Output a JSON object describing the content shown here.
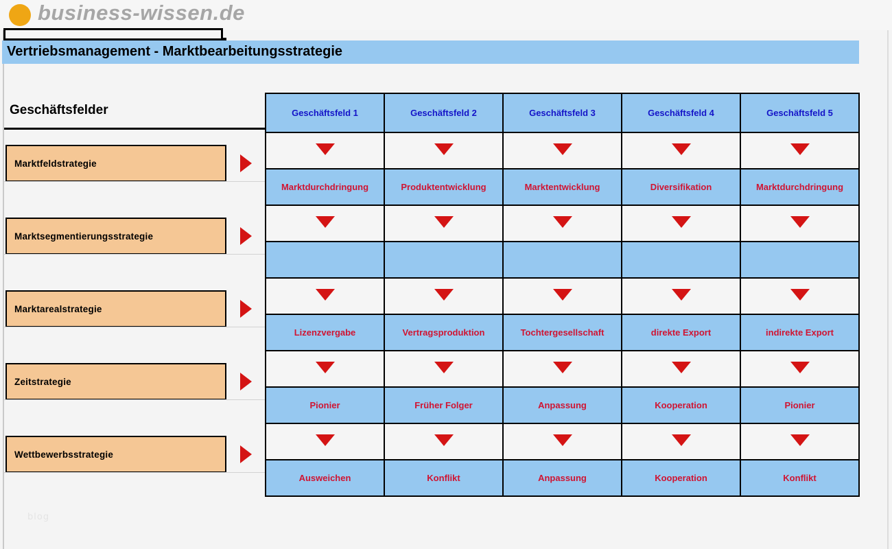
{
  "brand": {
    "name": "business-wissen.de",
    "dot_color": "#efa614",
    "text_color": "#a6a6a6"
  },
  "title_bar": {
    "text": "Vertriebsmanagement - Marktbearbeitungsstrategie",
    "background": "#96c8f0"
  },
  "left_panel": {
    "heading": "Geschäftsfelder",
    "watermark": "blog",
    "box_color": "#f5c795",
    "arrow_color": "#d41414",
    "strategies": [
      {
        "label": "Marktfeldstrategie"
      },
      {
        "label": "Marktsegmentierungsstrategie"
      },
      {
        "label": "Marktarealstrategie"
      },
      {
        "label": "Zeitstrategie"
      },
      {
        "label": "Wettbewerbsstrategie"
      }
    ]
  },
  "matrix": {
    "header_text_color": "#1414c8",
    "cell_text_color": "#d01432",
    "cell_background": "#96c8f0",
    "arrow_background": "#f5f5f5",
    "arrow_icon": "triangle-down-icon",
    "columns": [
      "Geschäftsfeld 1",
      "Geschäftsfeld 2",
      "Geschäftsfeld 3",
      "Geschäftsfeld 4",
      "Geschäftsfeld 5"
    ],
    "rows": [
      {
        "strategy": "Marktfeldstrategie",
        "cells": [
          "Marktdurchdringung",
          "Produktentwicklung",
          "Marktentwicklung",
          "Diversifikation",
          "Marktdurchdringung"
        ]
      },
      {
        "strategy": "Marktsegmentierungsstrategie",
        "cells": [
          "",
          "",
          "",
          "",
          ""
        ]
      },
      {
        "strategy": "Marktarealstrategie",
        "cells": [
          "Lizenzvergabe",
          "Vertragsproduktion",
          "Tochtergesellschaft",
          "direkte Export",
          "indirekte Export"
        ]
      },
      {
        "strategy": "Zeitstrategie",
        "cells": [
          "Pionier",
          "Früher Folger",
          "Anpassung",
          "Kooperation",
          "Pionier"
        ]
      },
      {
        "strategy": "Wettbewerbsstrategie",
        "cells": [
          "Ausweichen",
          "Konflikt",
          "Anpassung",
          "Kooperation",
          "Konflikt"
        ]
      }
    ]
  }
}
